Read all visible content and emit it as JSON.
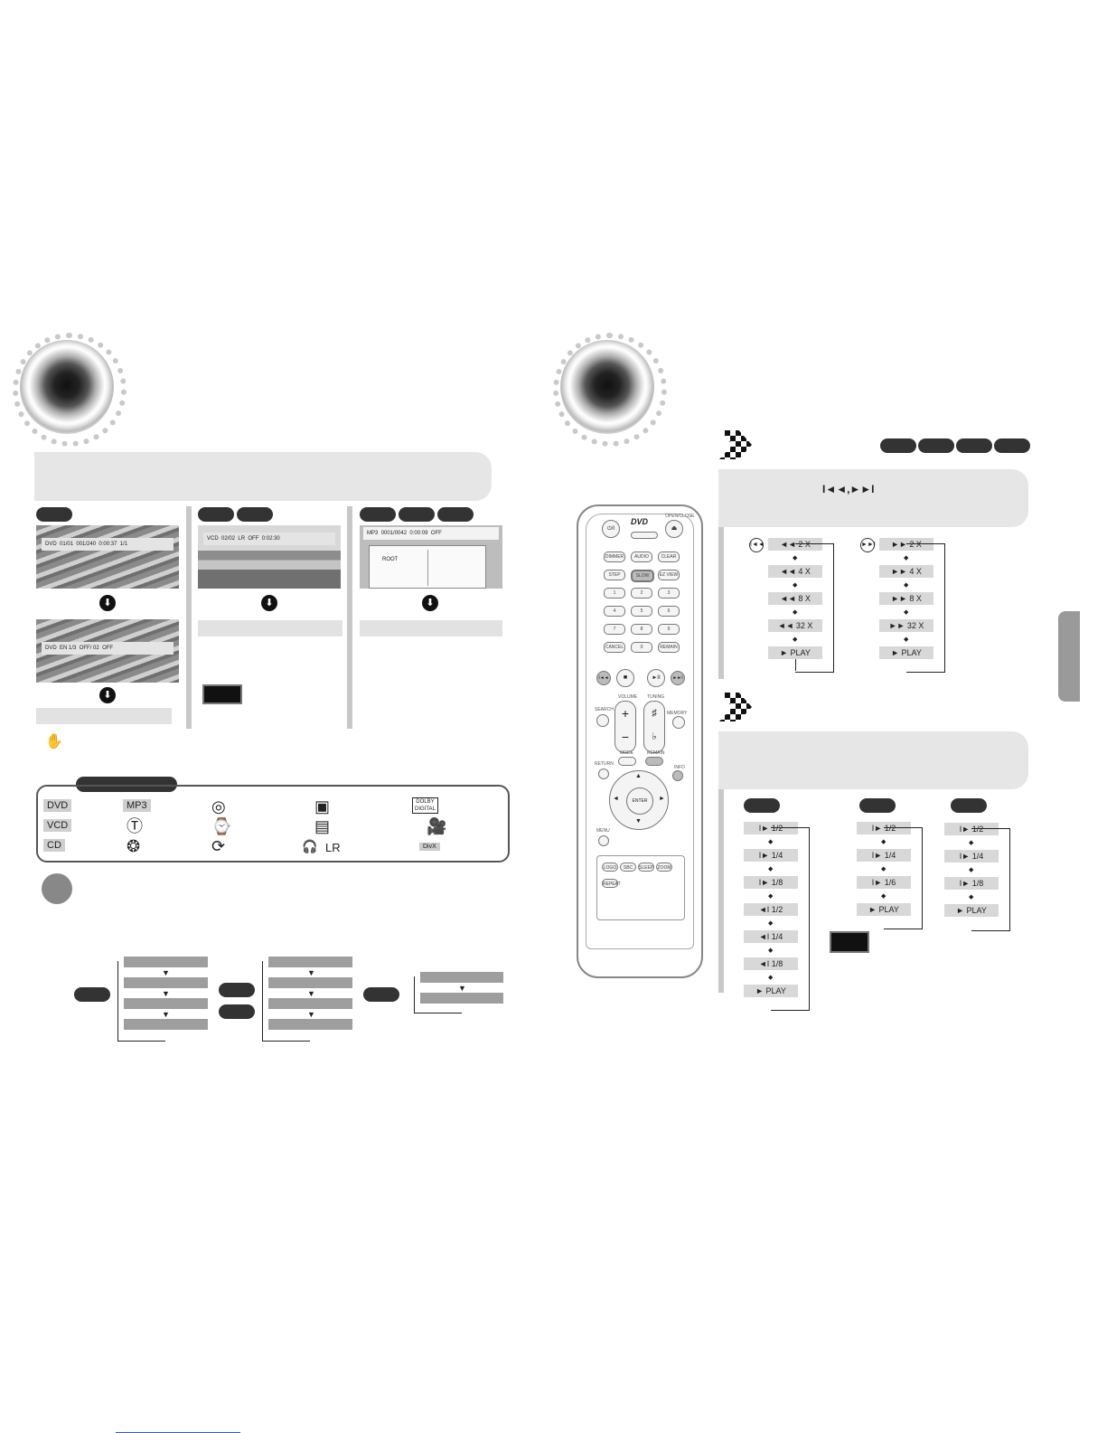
{
  "icons": {
    "repeat": "repeat-icon",
    "hand": "hand-icon",
    "skip": "skip-icon",
    "dolby": "dolby-digital-icon",
    "divx": "divx-icon"
  },
  "screens": {
    "dvd_top": {
      "disc": "DVD",
      "title": "01/01",
      "chapter": "001/240",
      "time": "0:00:37",
      "angle": "1/1"
    },
    "dvd_bottom": {
      "disc": "DVD",
      "audio": "EN 1/3",
      "subtitle": "OFF/ 02",
      "repeat": "OFF"
    },
    "vcd": {
      "disc": "VCD",
      "track": "02/02",
      "audio": "LR",
      "repeat": "OFF",
      "time": "0:02:30"
    },
    "mp3": {
      "disc": "MP3",
      "track": "0001/0042",
      "time": "0:00:09",
      "repeat": "OFF",
      "folder": "ROOT"
    }
  },
  "legend": {
    "tags": [
      "DVD",
      "VCD",
      "CD"
    ],
    "mp3_label": "MP3",
    "dolby_label": "DOLBY",
    "dolby_sub": "DIGITAL",
    "divx_label": "DivX",
    "lr_label": "LR"
  },
  "search": {
    "rewind": [
      "◄◄  2 X",
      "◄◄  4 X",
      "◄◄  8 X",
      "◄◄  32 X",
      "►  PLAY"
    ],
    "forward": [
      "►► 2 X",
      "►► 4 X",
      "►► 8 X",
      "►► 32 X",
      "►  PLAY"
    ]
  },
  "slow": {
    "col1": [
      "I►  1/2",
      "I►  1/4",
      "I►  1/8",
      "◄I  1/2",
      "◄I  1/4",
      "◄I  1/8",
      "►  PLAY"
    ],
    "col2": [
      "I►  1/2",
      "I►  1/4",
      "I►  1/6",
      "►  PLAY"
    ],
    "col3": [
      "I►  1/2",
      "I►  1/4",
      "I►  1/8",
      "►  PLAY"
    ]
  },
  "remote": {
    "brand": "DVD",
    "power": "⏻/I",
    "open_close": "OPEN/CLOSE",
    "row1": [
      "DIMMER",
      "AUDIO",
      "CLEAR"
    ],
    "row2": [
      "STEP",
      "SLOW",
      "EZ VIEW"
    ],
    "digits": [
      "1",
      "2",
      "3",
      "4",
      "5",
      "6",
      "7",
      "8",
      "9",
      "CANCEL",
      "0",
      "REMAIN"
    ],
    "transport": [
      "I◄◄",
      "■",
      "►II",
      "►►I"
    ],
    "volume": "VOLUME",
    "tuning": "TUNING",
    "search_label": "SEARCH",
    "memory": "MEMORY",
    "mode": "MODE",
    "remain": "REMAIN",
    "info": "INFO",
    "return": "RETURN",
    "enter": "ENTER",
    "menu": "MENU",
    "bottom": [
      "LOGO",
      "SBC",
      "SLEEP",
      "ZOOM"
    ],
    "repeat": "REPEAT"
  }
}
